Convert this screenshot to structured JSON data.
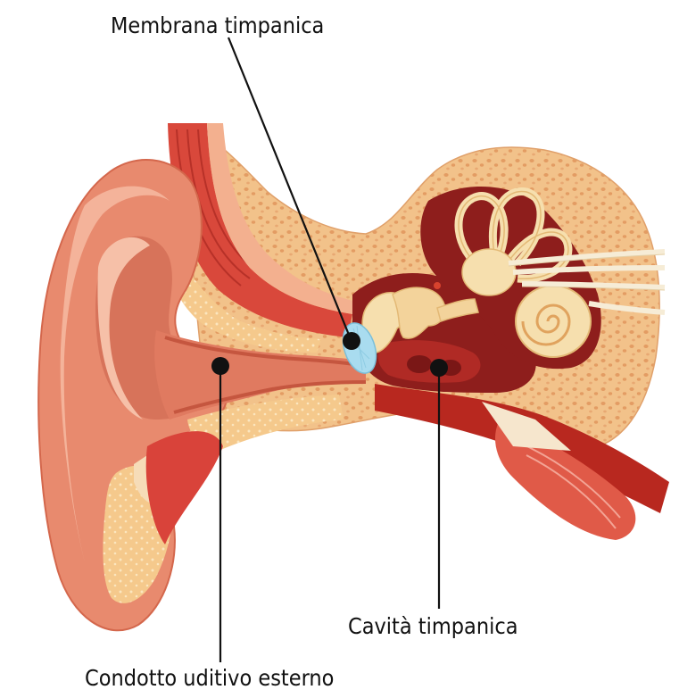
{
  "labels": {
    "tympanic_membrane": "Membrana timpanica",
    "tympanic_cavity": "Cavità timpanica",
    "external_auditory_canal": "Condotto uditivo esterno"
  },
  "colors": {
    "skin_outer": "#e88a6e",
    "skin_light": "#f4b39a",
    "skin_deep": "#c5563f",
    "canal": "#e07a60",
    "bone": "#f2c58e",
    "bone_dots": "#e6a26a",
    "cartilage": "#f7cf8e",
    "cavity_dark": "#8e1e1c",
    "cavity_mid": "#b02a25",
    "muscle": "#d9433a",
    "ossicle": "#f6dfae",
    "eardrum": "#a9dcef",
    "nerve": "#f6ecd6",
    "leader": "#111111"
  }
}
